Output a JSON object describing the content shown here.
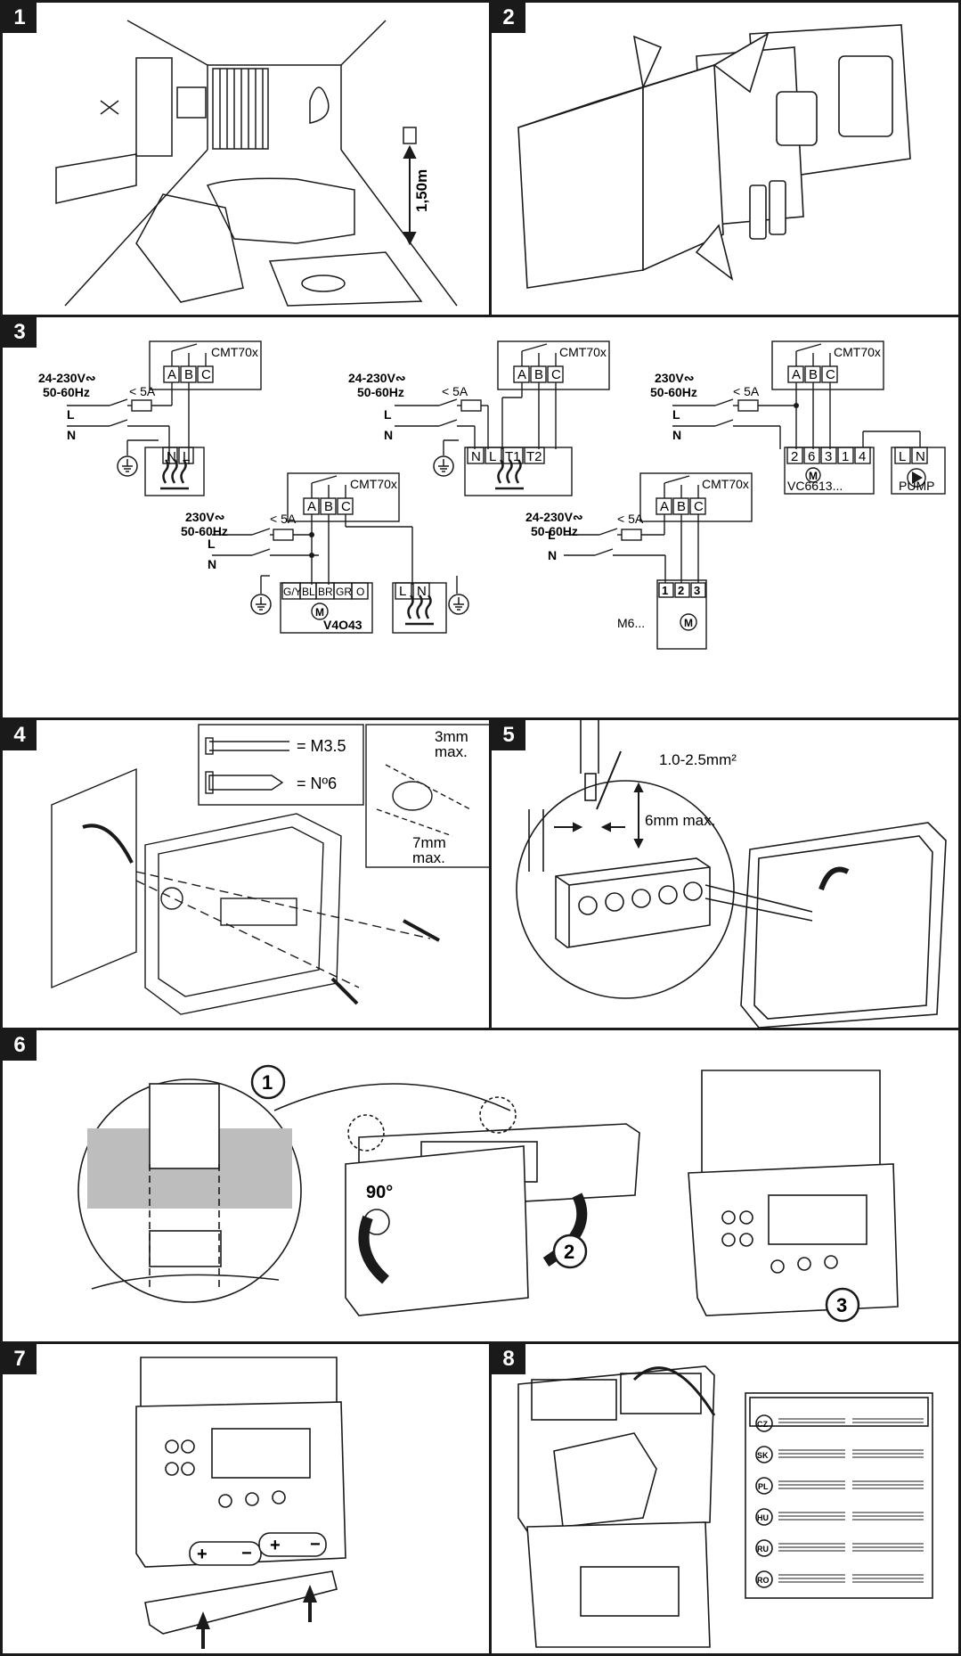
{
  "steps": [
    "1",
    "2",
    "3",
    "4",
    "5",
    "6",
    "7",
    "8"
  ],
  "step1": {
    "height": "1,50m"
  },
  "step3": {
    "device": "CMT70x",
    "supply_a": "24-230V∾",
    "supply_b": "230V∾",
    "freq": "50-60Hz",
    "fuse": "< 5A",
    "L": "L",
    "N": "N",
    "abc": [
      "A",
      "B",
      "C"
    ],
    "nl": [
      "N",
      "L"
    ],
    "t": [
      "T1",
      "T2"
    ],
    "v4043_terms": [
      "G/Y",
      "BL",
      "BR",
      "GR",
      "O"
    ],
    "ln": [
      "L",
      "N"
    ],
    "v4043": "V4O43",
    "vc_terms": [
      "2",
      "6",
      "3",
      "1",
      "4"
    ],
    "vc": "VC6613...",
    "pump": "PUMP",
    "m6_terms": [
      "1",
      "2",
      "3"
    ],
    "m6": "M6...",
    "motor": "M"
  },
  "step4": {
    "screw1": "= M3.5",
    "screw2": "= Nº6",
    "dim1a": "3mm",
    "dim1b": "max.",
    "dim2a": "7mm",
    "dim2b": "max."
  },
  "step5": {
    "wire": "1.0-2.5mm²",
    "strip": "6mm max."
  },
  "step6": {
    "a": "1",
    "b": "2",
    "c": "3",
    "angle": "90°"
  },
  "step8": {
    "codes": [
      "CZ",
      "SK",
      "PL",
      "HU",
      "RU",
      "RO"
    ]
  },
  "colors": {
    "ink": "#1a1a1a",
    "gray": "#bdbdbd"
  }
}
